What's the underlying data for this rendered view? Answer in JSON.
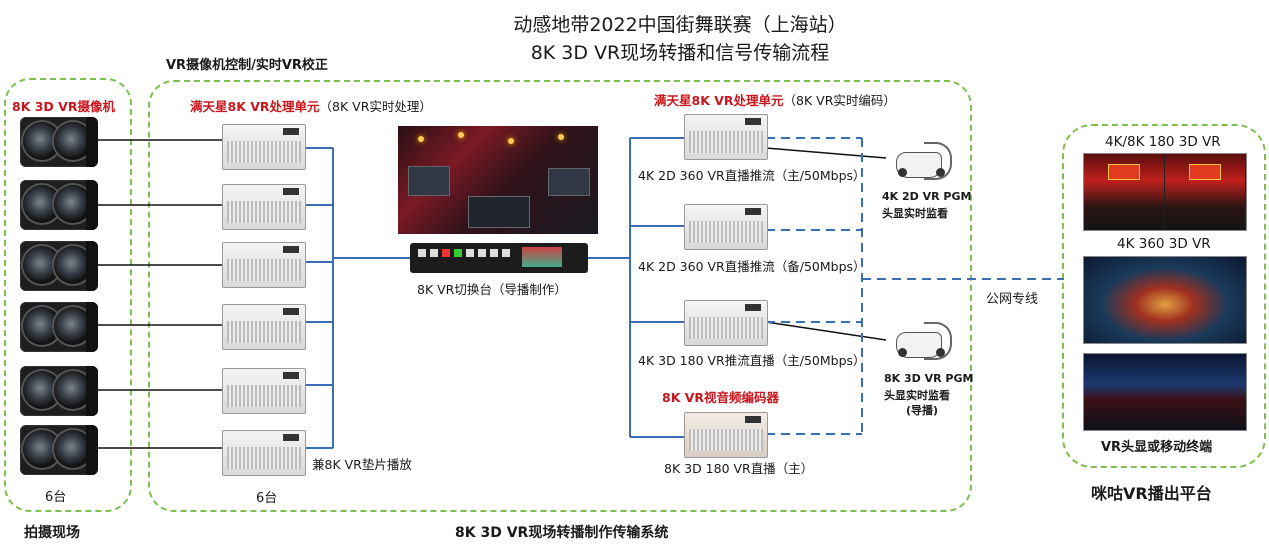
{
  "title": {
    "line1": "动感地带2022中国街舞联赛（上海站）",
    "line2": "8K 3D VR现场转播和信号传输流程"
  },
  "left_group": {
    "camera_header": "8K 3D VR摄像机",
    "count": "6台",
    "footer": "拍摄现场"
  },
  "middle_group": {
    "control_header": "VR摄像机控制/实时VR校正",
    "proc_header_red": "满天星8K VR处理单元",
    "proc_header_note": "（8K VR实时处理）",
    "proc_count": "6台",
    "insert_note": "兼8K VR垫片播放",
    "switcher_label": "8K VR切换台（导播制作）",
    "enc_header_red": "满天星8K VR处理单元",
    "enc_header_note": "（8K VR实时编码）",
    "stream1": "4K 2D 360 VR直播推流（主/50Mbps）",
    "stream2": "4K 2D 360 VR直播推流（备/50Mbps）",
    "stream3": "4K 3D 180 VR推流直播（主/50Mbps）",
    "encoder_red": "8K VR视音频编码器",
    "stream4": "8K 3D 180 VR直播（主）",
    "monitor1_line1": "4K 2D VR PGM",
    "monitor1_line2": "头显实时监看",
    "monitor2_line1": "8K 3D VR PGM",
    "monitor2_line2": "头显实时监看",
    "monitor2_line3": "(导播)",
    "footer": "8K 3D VR现场转播制作传输系统"
  },
  "link_label": "公网专线",
  "right_group": {
    "label1": "4K/8K 180 3D VR",
    "label2": "4K 360 3D VR",
    "label3": "VR头显或移动终端",
    "footer": "咪咕VR播出平台"
  },
  "colors": {
    "group_border": "#7cc050",
    "link_line": "#3a6fb5",
    "highlight_red": "#c8161d"
  },
  "icons": [
    "vr-camera-icon",
    "rack-unit-icon",
    "video-switcher-icon",
    "vr-headset-icon"
  ]
}
